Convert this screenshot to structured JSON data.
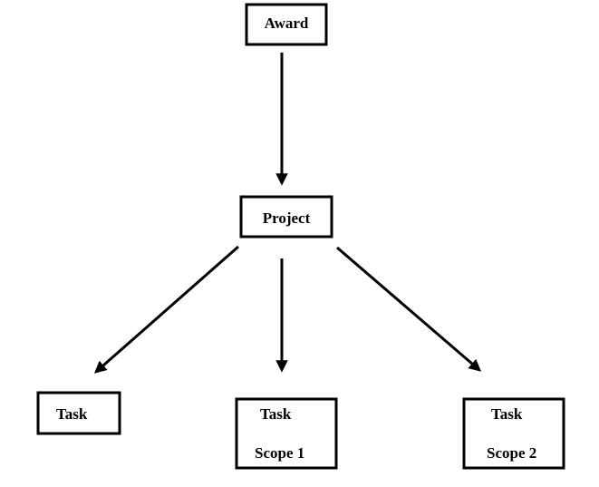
{
  "diagram": {
    "nodes": {
      "award": {
        "label": "Award"
      },
      "project": {
        "label": "Project"
      },
      "task_left": {
        "label": "Task"
      },
      "task_scope1": {
        "label": "Task",
        "sublabel": "Scope 1"
      },
      "task_scope2": {
        "label": "Task",
        "sublabel": "Scope 2"
      }
    },
    "edges": [
      {
        "from": "Award",
        "to": "Project"
      },
      {
        "from": "Project",
        "to": "Task"
      },
      {
        "from": "Project",
        "to": "Task Scope 1"
      },
      {
        "from": "Project",
        "to": "Task Scope 2"
      }
    ],
    "colors": {
      "line": "#000000",
      "box_fill": "#ffffff",
      "text": "#000000"
    }
  }
}
